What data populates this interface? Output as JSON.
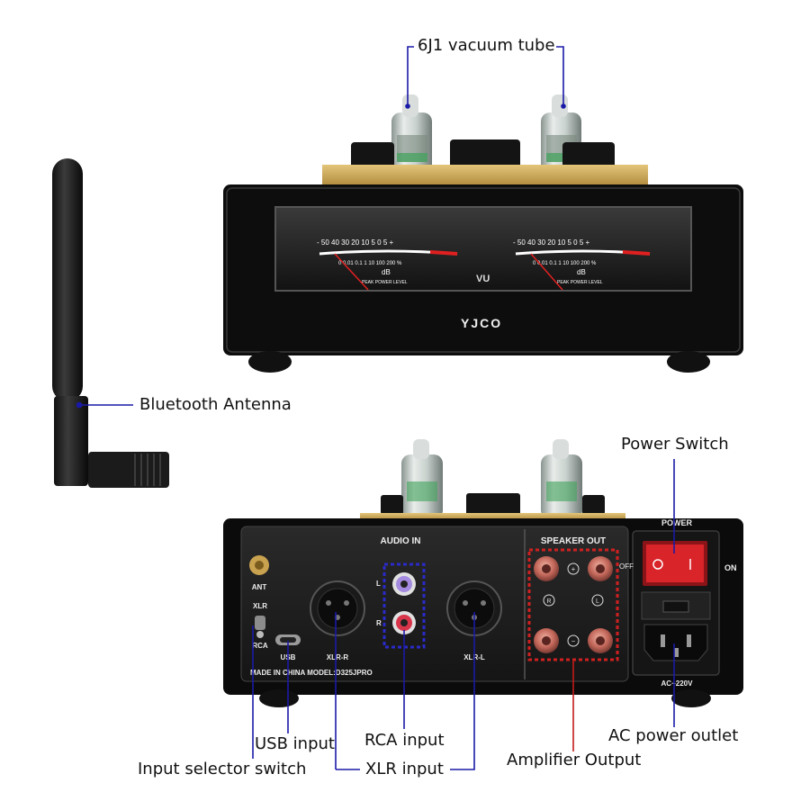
{
  "callouts": {
    "tube": "6J1 vacuum tube",
    "antenna": "Bluetooth Antenna",
    "power_switch": "Power Switch",
    "usb": "USB input",
    "rca": "RCA input",
    "xlr": "XLR input",
    "selector": "Input selector switch",
    "amp_out": "Amplifier Output",
    "ac": "AC power outlet"
  },
  "front": {
    "brand": "YJCO",
    "vu": "VU",
    "scale_top": "- 50  40   30  20   10    5    0    5  +",
    "scale_bottom": "0    0.01  0.1    1     10     100 200  %",
    "db": "dB",
    "peak": "PEAK POWER LEVEL"
  },
  "rear": {
    "audio_in": "AUDIO IN",
    "speaker_out": "SPEAKER OUT",
    "power": "POWER",
    "off": "OFF",
    "on": "ON",
    "ant": "ANT",
    "xlr": "XLR",
    "rca": "RCA",
    "usb": "USB",
    "xlr_r": "XLR-R",
    "xlr_l": "XLR-L",
    "l": "L",
    "r": "R",
    "made_in": "MADE IN CHINA   MODEL:D325JPRO",
    "ac": "AC~220V",
    "plus": "+",
    "minus": "−",
    "r_sym": "R",
    "l_sym": "L"
  },
  "colors": {
    "chassis": "#0d0d0d",
    "panel": "#1c1c1c",
    "gold": "#c9a24f",
    "leader_blue": "#1a1aa8",
    "leader_red": "#c41a1a",
    "switch_red": "#d9242a",
    "binding_post": "#c2675a"
  }
}
